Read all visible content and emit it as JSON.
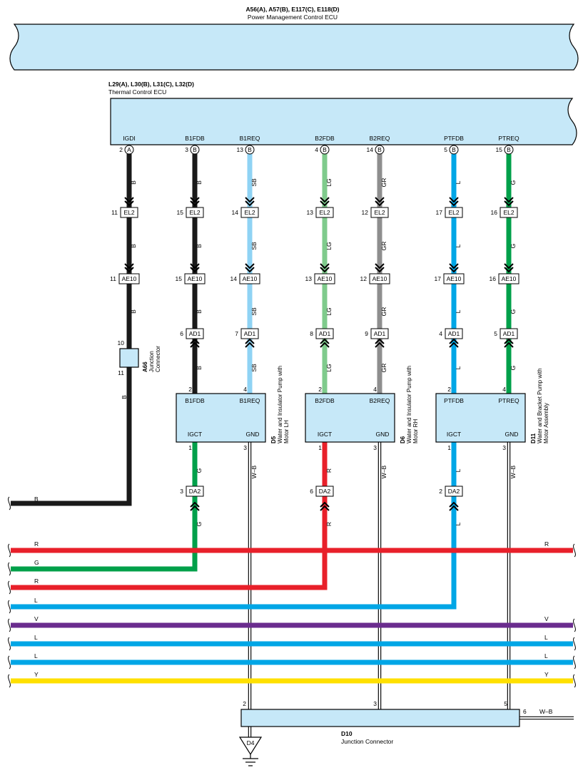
{
  "pm_ecu": {
    "code": "A56(A), A57(B), E117(C), E118(D)",
    "name": "Power Management Control ECU"
  },
  "thermal_ecu": {
    "code": "L29(A), L30(B), L31(C), L32(D)",
    "name": "Thermal Control ECU",
    "pins": [
      {
        "label": "IGDI",
        "num": "2",
        "conn": "A"
      },
      {
        "label": "B1FDB",
        "num": "3",
        "conn": "B"
      },
      {
        "label": "B1REQ",
        "num": "13",
        "conn": "B"
      },
      {
        "label": "B2FDB",
        "num": "4",
        "conn": "B"
      },
      {
        "label": "B2REQ",
        "num": "14",
        "conn": "B"
      },
      {
        "label": "PTFDB",
        "num": "5",
        "conn": "B"
      },
      {
        "label": "PTREQ",
        "num": "15",
        "conn": "B"
      }
    ]
  },
  "columns": [
    {
      "color_code": "B",
      "color": "#1a1a1a",
      "el2": "11",
      "ae10": "11",
      "ad1": null
    },
    {
      "color_code": "B",
      "color": "#1a1a1a",
      "el2": "15",
      "ae10": "15",
      "ad1": "6"
    },
    {
      "color_code": "SB",
      "color": "#8fd3f4",
      "el2": "14",
      "ae10": "14",
      "ad1": "7"
    },
    {
      "color_code": "LG",
      "color": "#7fcb8c",
      "el2": "13",
      "ae10": "13",
      "ad1": "8"
    },
    {
      "color_code": "GR",
      "color": "#8e8e8e",
      "el2": "12",
      "ae10": "12",
      "ad1": "9"
    },
    {
      "color_code": "L",
      "color": "#00a6e6",
      "el2": "17",
      "ae10": "17",
      "ad1": "4"
    },
    {
      "color_code": "G",
      "color": "#00a04a",
      "el2": "16",
      "ae10": "16",
      "ad1": "5"
    }
  ],
  "connectors": {
    "el2": "EL2",
    "ae10": "AE10",
    "ad1": "AD1",
    "da2": "DA2"
  },
  "junction_a66": {
    "code": "A66",
    "name": "Junction Connector",
    "pin_top": "10",
    "pin_bottom": "11",
    "wire_below": "B"
  },
  "pumps": [
    {
      "code": "D5",
      "name": "Water and Insulator Pump with Motor LH",
      "top_left": "B1FDB",
      "top_right": "B1REQ",
      "bot_left": "IGCT",
      "bot_right": "GND",
      "pin_tl": "2",
      "pin_tr": "4",
      "pin_bl": "1",
      "pin_br": "3",
      "igct_wire": "G",
      "gnd_wire": "W–B",
      "da2_pin": "3",
      "below_wire": "G"
    },
    {
      "code": "D6",
      "name": "Water and Insulator Pump with Motor RH",
      "top_left": "B2FDB",
      "top_right": "B2REQ",
      "bot_left": "IGCT",
      "bot_right": "GND",
      "pin_tl": "2",
      "pin_tr": "4",
      "pin_bl": "1",
      "pin_br": "3",
      "igct_wire": "R",
      "gnd_wire": "W–B",
      "da2_pin": "6",
      "below_wire": "R"
    },
    {
      "code": "D11",
      "name": "Water and Bracket Pump with Motor Assembly",
      "top_left": "PTFDB",
      "top_right": "PTREQ",
      "bot_left": "IGCT",
      "bot_right": "GND",
      "pin_tl": "2",
      "pin_tr": "4",
      "pin_bl": "1",
      "pin_br": "3",
      "igct_wire": "L",
      "gnd_wire": "W–B",
      "da2_pin": "2",
      "below_wire": "L"
    }
  ],
  "left_b_wire": "B",
  "bus_wires": [
    {
      "left": "R",
      "right": "R",
      "color": "#e8202a"
    },
    {
      "left": "G",
      "right": "",
      "color": "#00a04a"
    },
    {
      "left": "R",
      "right": "",
      "color": "#e8202a"
    },
    {
      "left": "L",
      "right": "",
      "color": "#00a6e6"
    },
    {
      "left": "V",
      "right": "V",
      "color": "#6a2c8e"
    },
    {
      "left": "L",
      "right": "L",
      "color": "#00a6e6"
    },
    {
      "left": "L",
      "right": "L",
      "color": "#00a6e6"
    },
    {
      "left": "Y",
      "right": "Y",
      "color": "#ffe000"
    }
  ],
  "d10": {
    "code": "D10",
    "name": "Junction Connector",
    "pins": [
      "2",
      "3",
      "5",
      "6"
    ],
    "out_wire": "W–B"
  },
  "ground": {
    "code": "D4"
  },
  "colors": {
    "ecu_fill": "#c6e8f8",
    "white_wire": "#ffffff"
  }
}
